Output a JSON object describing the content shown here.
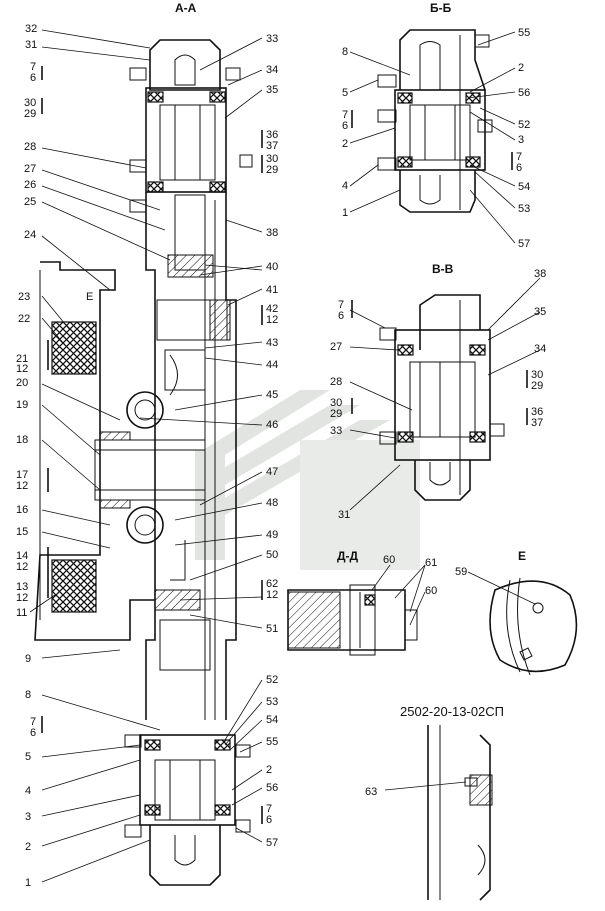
{
  "sections": {
    "aa": "А-А",
    "bb": "Б-Б",
    "vv": "В-В",
    "dd": "Д-Д",
    "e": "Е",
    "detail_e_letter": "Е"
  },
  "drawing_code": "2502-20-13-02СП",
  "labels_left": [
    "32",
    "31",
    "7",
    "6",
    "30",
    "29",
    "28",
    "27",
    "26",
    "25",
    "24",
    "23",
    "22",
    "21",
    "12",
    "20",
    "19",
    "18",
    "17",
    "12",
    "16",
    "15",
    "14",
    "12",
    "13",
    "12",
    "11",
    "9",
    "8",
    "7",
    "6",
    "5",
    "4",
    "3",
    "2",
    "1"
  ],
  "labels_aa_right": [
    "33",
    "34",
    "35",
    "36",
    "37",
    "30",
    "29",
    "38",
    "40",
    "41",
    "42",
    "12",
    "43",
    "44",
    "45",
    "46",
    "47",
    "48",
    "49",
    "50",
    "62",
    "12",
    "51",
    "52",
    "53",
    "54",
    "55",
    "2",
    "56",
    "7",
    "6",
    "57"
  ],
  "labels_bb": [
    "8",
    "5",
    "7",
    "6",
    "2",
    "4",
    "1",
    "55",
    "2",
    "56",
    "52",
    "3",
    "7",
    "6",
    "54",
    "53",
    "57"
  ],
  "labels_vv": [
    "7",
    "6",
    "27",
    "28",
    "30",
    "29",
    "33",
    "31",
    "38",
    "35",
    "34",
    "30",
    "29",
    "36",
    "37"
  ],
  "labels_dd": [
    "60",
    "61",
    "60"
  ],
  "label_e": "59",
  "label_spec": "63",
  "colors": {
    "line": "#111111",
    "watermark": "#c9cfc9",
    "background": "#ffffff"
  }
}
